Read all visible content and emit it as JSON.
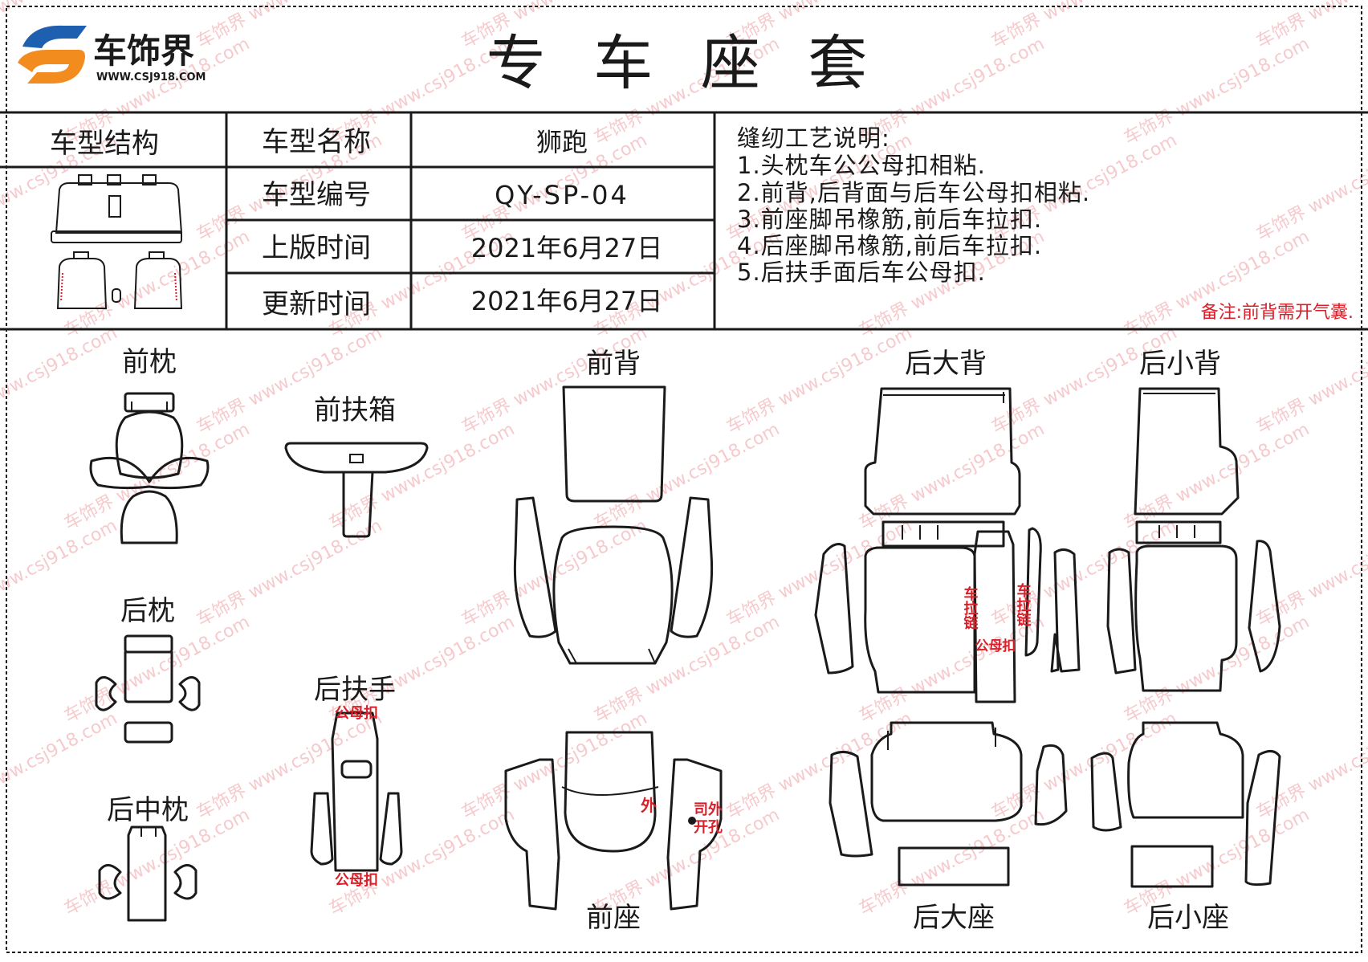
{
  "brand": {
    "name": "车饰界",
    "url": "WWW.CSJ918.COM",
    "logo_colors": [
      "#1f5fb0",
      "#f28c1e"
    ]
  },
  "title": "专 车 座 套",
  "table": {
    "structure_label": "车型结构",
    "rows": [
      {
        "label": "车型名称",
        "value": "狮跑"
      },
      {
        "label": "车型编号",
        "value": "QY-SP-04"
      },
      {
        "label": "上版时间",
        "value": "2021年6月27日"
      },
      {
        "label": "更新时间",
        "value": "2021年6月27日"
      }
    ]
  },
  "notes": {
    "heading": "缝纫工艺说明:",
    "items": [
      "1.头枕车公公母扣相粘.",
      "2.前背,后背面与后车公母扣相粘.",
      "3.前座脚吊橡筋,前后车拉扣.",
      "4.后座脚吊橡筋,前后车拉扣.",
      "5.后扶手面后车公母扣."
    ],
    "remark": "备注:前背需开气囊."
  },
  "parts": {
    "front_pillow": "前枕",
    "front_armbox": "前扶箱",
    "front_back": "前背",
    "rear_big_back": "后大背",
    "rear_small_back": "后小背",
    "rear_pillow": "后枕",
    "rear_armrest": "后扶手",
    "rear_mid_pillow": "后中枕",
    "front_seat": "前座",
    "rear_big_seat": "后大座",
    "rear_small_seat": "后小座"
  },
  "annotations": {
    "snap_top": "公母扣",
    "snap_bottom": "公母扣",
    "snap_rear": "公母扣",
    "zipper_left": "车拉链",
    "zipper_right": "车拉链",
    "outer": "外",
    "driver_hole_1": "司外",
    "driver_hole_2": "开孔"
  },
  "watermark": "车饰界 www.csj918.com",
  "colors": {
    "line": "#1a1a1a",
    "annotation": "#d8202a",
    "watermark": "#f0a0a6"
  }
}
